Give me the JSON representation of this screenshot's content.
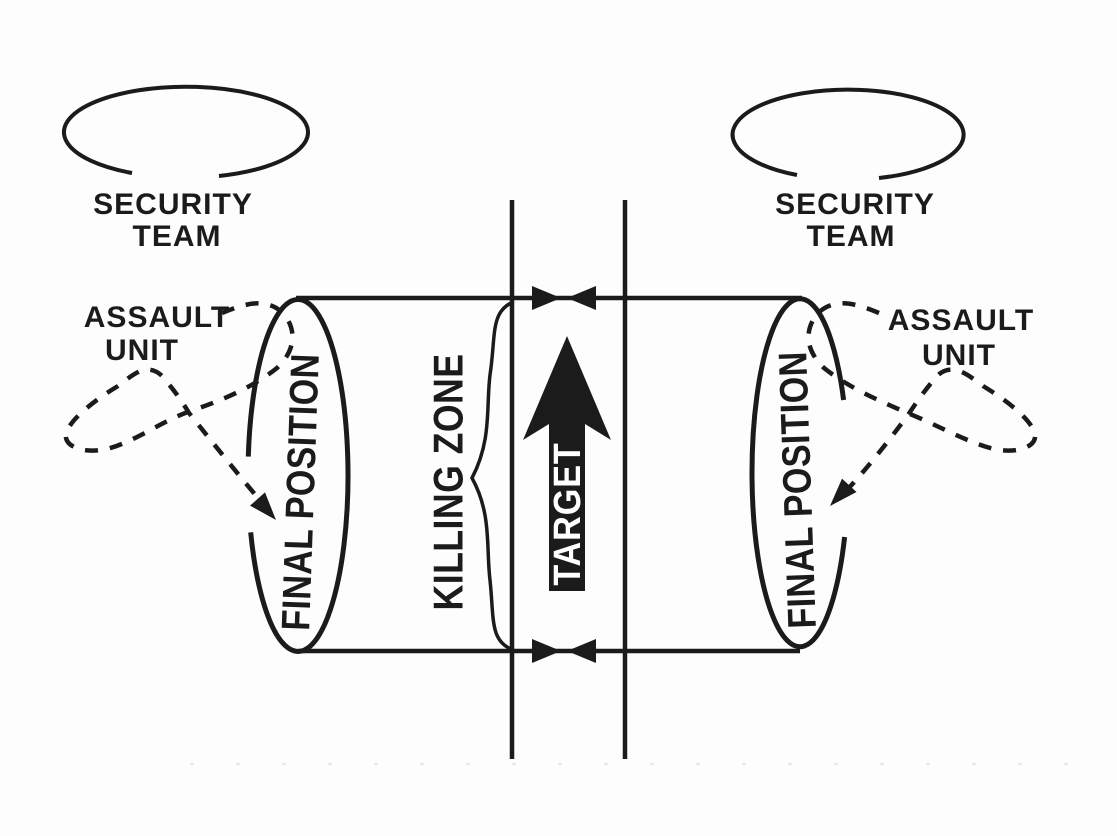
{
  "labels": {
    "security_left": {
      "line1": "SECURITY",
      "line2": "TEAM"
    },
    "security_right": {
      "line1": "SECURITY",
      "line2": "TEAM"
    },
    "assault_left": {
      "line1": "ASSAULT",
      "line2": "UNIT"
    },
    "assault_right": {
      "line1": "ASSAULT",
      "line2": "UNIT"
    },
    "final_position_left": "FINAL POSITION",
    "final_position_right": "FINAL POSITION",
    "killing_zone": "KILLING ZONE",
    "target": "TARGET"
  },
  "icons": {
    "security_team_symbol": "open-ellipse",
    "final_position_symbol": "vertical-ellipse",
    "assault_route_symbol": "dashed-looping-arrow",
    "killing_zone_symbol": "curly-brace",
    "target_symbol": "solid-up-arrow",
    "convergence_symbol": "facing-arrowheads"
  },
  "colors": {
    "ink": "#1b1b1b",
    "background": "#fdfdfd",
    "target_text": "#ffffff"
  }
}
